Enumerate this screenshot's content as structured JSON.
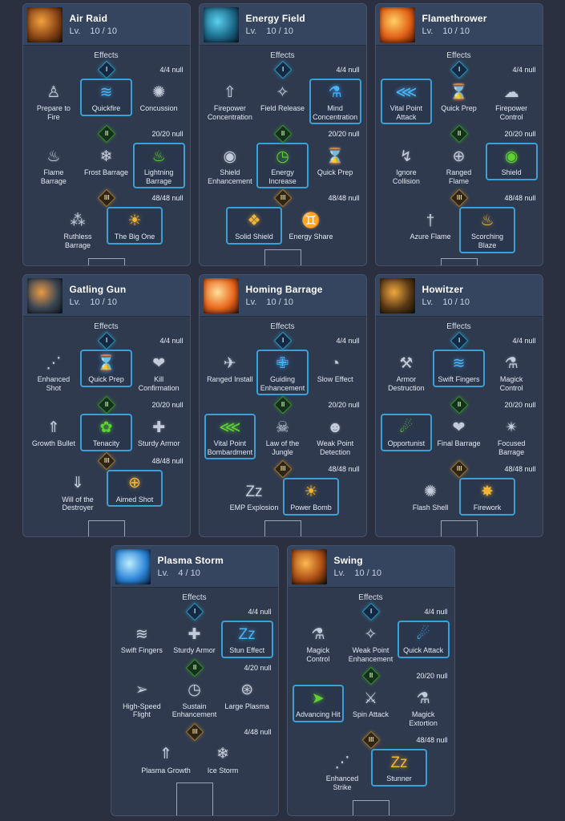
{
  "page": {
    "background": "#2a303f"
  },
  "labels": {
    "effects": "Effects"
  },
  "colors": {
    "panel_bg": "#2f3a4e",
    "panel_border": "#46536b",
    "header_bg": "#35455f",
    "select_border": "#3aa0d8",
    "tier1_border": "#2e8fb8",
    "tier2_border": "#3a8a34",
    "tier3_border": "#96733a",
    "icon_silver": "#c3ccda",
    "icon_blue": "#49b4f5",
    "icon_green": "#5fd232",
    "icon_gold": "#f2b637"
  },
  "panels": [
    {
      "name": "Air Raid",
      "level_label": "Lv.",
      "level": "10 / 10",
      "icon": {
        "c1": "#f2a13f",
        "c2": "#8a4616",
        "c3": "#241104"
      },
      "tiers": [
        {
          "numeral": "I",
          "tier": 1,
          "counter": "4/4 null",
          "skills": [
            {
              "label": "Prepare to Fire",
              "glyph": "♙",
              "color": "silver",
              "selected": false
            },
            {
              "label": "Quickfire",
              "glyph": "≋",
              "color": "blue",
              "selected": true
            },
            {
              "label": "Concussion",
              "glyph": "✺",
              "color": "silver",
              "selected": false
            }
          ]
        },
        {
          "numeral": "II",
          "tier": 2,
          "counter": "20/20 null",
          "skills": [
            {
              "label": "Flame Barrage",
              "glyph": "♨",
              "color": "silver",
              "selected": false
            },
            {
              "label": "Frost Barrage",
              "glyph": "❄",
              "color": "silver",
              "selected": false
            },
            {
              "label": "Lightning Barrage",
              "glyph": "♨",
              "color": "green",
              "selected": true
            }
          ]
        },
        {
          "numeral": "III",
          "tier": 3,
          "counter": "48/48 null",
          "skills": [
            {
              "label": "Ruthless Barrage",
              "glyph": "⁂",
              "color": "silver",
              "selected": false
            },
            {
              "label": "The Big One",
              "glyph": "☀",
              "color": "gold",
              "selected": true
            }
          ]
        }
      ]
    },
    {
      "name": "Energy Field",
      "level_label": "Lv.",
      "level": "10 / 10",
      "icon": {
        "c1": "#5ad0ee",
        "c2": "#1d6a8a",
        "c3": "#0a1c2c"
      },
      "tiers": [
        {
          "numeral": "I",
          "tier": 1,
          "counter": "4/4 null",
          "skills": [
            {
              "label": "Firepower Concentration",
              "glyph": "⇧",
              "color": "silver",
              "selected": false
            },
            {
              "label": "Field Release",
              "glyph": "✧",
              "color": "silver",
              "selected": false
            },
            {
              "label": "Mind Concentration",
              "glyph": "⚗",
              "color": "blue",
              "selected": true
            }
          ]
        },
        {
          "numeral": "II",
          "tier": 2,
          "counter": "20/20 null",
          "skills": [
            {
              "label": "Shield Enhancement",
              "glyph": "◉",
              "color": "silver",
              "selected": false
            },
            {
              "label": "Energy Increase",
              "glyph": "◷",
              "color": "green",
              "selected": true
            },
            {
              "label": "Quick Prep",
              "glyph": "⌛",
              "color": "silver",
              "selected": false
            }
          ]
        },
        {
          "numeral": "III",
          "tier": 3,
          "counter": "48/48 null",
          "skills": [
            {
              "label": "Solid Shield",
              "glyph": "❖",
              "color": "gold",
              "selected": true
            },
            {
              "label": "Energy Share",
              "glyph": "♊",
              "color": "silver",
              "selected": false
            }
          ]
        }
      ]
    },
    {
      "name": "Flamethrower",
      "level_label": "Lv.",
      "level": "10 / 10",
      "icon": {
        "c1": "#ffd063",
        "c2": "#e06018",
        "c3": "#4a1406"
      },
      "tiers": [
        {
          "numeral": "I",
          "tier": 1,
          "counter": "4/4 null",
          "skills": [
            {
              "label": "Vital Point Attack",
              "glyph": "⋘",
              "color": "blue",
              "selected": true
            },
            {
              "label": "Quick Prep",
              "glyph": "⌛",
              "color": "silver",
              "selected": false
            },
            {
              "label": "Firepower Control",
              "glyph": "☁",
              "color": "silver",
              "selected": false
            }
          ]
        },
        {
          "numeral": "II",
          "tier": 2,
          "counter": "20/20 null",
          "skills": [
            {
              "label": "Ignore Collision",
              "glyph": "↯",
              "color": "silver",
              "selected": false
            },
            {
              "label": "Ranged Flame",
              "glyph": "⊕",
              "color": "silver",
              "selected": false
            },
            {
              "label": "Shield",
              "glyph": "◉",
              "color": "green",
              "selected": true
            }
          ]
        },
        {
          "numeral": "III",
          "tier": 3,
          "counter": "48/48 null",
          "skills": [
            {
              "label": "Azure Flame",
              "glyph": "†",
              "color": "silver",
              "selected": false
            },
            {
              "label": "Scorching Blaze",
              "glyph": "♨",
              "color": "gold",
              "selected": true
            }
          ]
        }
      ]
    },
    {
      "name": "Gatling Gun",
      "level_label": "Lv.",
      "level": "10 / 10",
      "icon": {
        "c1": "#e89a44",
        "c2": "#3c4654",
        "c3": "#10161f"
      },
      "tiers": [
        {
          "numeral": "I",
          "tier": 1,
          "counter": "4/4 null",
          "skills": [
            {
              "label": "Enhanced Shot",
              "glyph": "⋰",
              "color": "silver",
              "selected": false
            },
            {
              "label": "Quick Prep",
              "glyph": "⌛",
              "color": "blue",
              "selected": true
            },
            {
              "label": "Kill Confirmation",
              "glyph": "❤",
              "color": "silver",
              "selected": false
            }
          ]
        },
        {
          "numeral": "II",
          "tier": 2,
          "counter": "20/20 null",
          "skills": [
            {
              "label": "Growth Bullet",
              "glyph": "⇑",
              "color": "silver",
              "selected": false
            },
            {
              "label": "Tenacity",
              "glyph": "✿",
              "color": "green",
              "selected": true
            },
            {
              "label": "Sturdy Armor",
              "glyph": "✚",
              "color": "silver",
              "selected": false
            }
          ]
        },
        {
          "numeral": "III",
          "tier": 3,
          "counter": "48/48 null",
          "skills": [
            {
              "label": "Will of the Destroyer",
              "glyph": "⇓",
              "color": "silver",
              "selected": false
            },
            {
              "label": "Aimed Shot",
              "glyph": "⊕",
              "color": "gold",
              "selected": true
            }
          ]
        }
      ]
    },
    {
      "name": "Homing Barrage",
      "level_label": "Lv.",
      "level": "10 / 10",
      "icon": {
        "c1": "#ffe09a",
        "c2": "#e8661c",
        "c3": "#40100a"
      },
      "tiers": [
        {
          "numeral": "I",
          "tier": 1,
          "counter": "4/4 null",
          "skills": [
            {
              "label": "Ranged Install",
              "glyph": "✈",
              "color": "silver",
              "selected": false
            },
            {
              "label": "Guiding Enhancement",
              "glyph": "✙",
              "color": "blue",
              "selected": true
            },
            {
              "label": "Slow Effect",
              "glyph": "◔",
              "color": "silver",
              "selected": false
            }
          ]
        },
        {
          "numeral": "II",
          "tier": 2,
          "counter": "20/20 null",
          "skills": [
            {
              "label": "Vital Point Bombardment",
              "glyph": "⋘",
              "color": "green",
              "selected": true
            },
            {
              "label": "Law of the Jungle",
              "glyph": "☠",
              "color": "silver",
              "selected": false
            },
            {
              "label": "Weak Point Detection",
              "glyph": "☻",
              "color": "silver",
              "selected": false
            }
          ]
        },
        {
          "numeral": "III",
          "tier": 3,
          "counter": "48/48 null",
          "skills": [
            {
              "label": "EMP Explosion",
              "glyph": "Zz",
              "color": "silver",
              "selected": false
            },
            {
              "label": "Power Bomb",
              "glyph": "☀",
              "color": "gold",
              "selected": true
            }
          ]
        }
      ]
    },
    {
      "name": "Howitzer",
      "level_label": "Lv.",
      "level": "10 / 10",
      "icon": {
        "c1": "#f0a840",
        "c2": "#5a3a14",
        "c3": "#140e06"
      },
      "tiers": [
        {
          "numeral": "I",
          "tier": 1,
          "counter": "4/4 null",
          "skills": [
            {
              "label": "Armor Destruction",
              "glyph": "⚒",
              "color": "silver",
              "selected": false
            },
            {
              "label": "Swift Fingers",
              "glyph": "≋",
              "color": "blue",
              "selected": true
            },
            {
              "label": "Magick Control",
              "glyph": "⚗",
              "color": "silver",
              "selected": false
            }
          ]
        },
        {
          "numeral": "II",
          "tier": 2,
          "counter": "20/20 null",
          "skills": [
            {
              "label": "Opportunist",
              "glyph": "☄",
              "color": "green",
              "selected": true
            },
            {
              "label": "Final Barrage",
              "glyph": "❤",
              "color": "silver",
              "selected": false
            },
            {
              "label": "Focused Barrage",
              "glyph": "✴",
              "color": "silver",
              "selected": false
            }
          ]
        },
        {
          "numeral": "III",
          "tier": 3,
          "counter": "48/48 null",
          "skills": [
            {
              "label": "Flash Shell",
              "glyph": "✺",
              "color": "silver",
              "selected": false
            },
            {
              "label": "Firework",
              "glyph": "✸",
              "color": "gold",
              "selected": true
            }
          ]
        }
      ]
    },
    {
      "name": "Plasma Storm",
      "level_label": "Lv.",
      "level": "4 / 10",
      "icon": {
        "c1": "#bdeeff",
        "c2": "#2e86d8",
        "c3": "#071d3a"
      },
      "tiers": [
        {
          "numeral": "I",
          "tier": 1,
          "counter": "4/4 null",
          "skills": [
            {
              "label": "Swift Fingers",
              "glyph": "≋",
              "color": "silver",
              "selected": false
            },
            {
              "label": "Sturdy Armor",
              "glyph": "✚",
              "color": "silver",
              "selected": false
            },
            {
              "label": "Stun Effect",
              "glyph": "Zz",
              "color": "blue",
              "selected": true
            }
          ]
        },
        {
          "numeral": "II",
          "tier": 2,
          "counter": "4/20 null",
          "skills": [
            {
              "label": "High-Speed Flight",
              "glyph": "➢",
              "color": "silver",
              "selected": false
            },
            {
              "label": "Sustain Enhancement",
              "glyph": "◷",
              "color": "silver",
              "selected": false
            },
            {
              "label": "Large Plasma",
              "glyph": "⊛",
              "color": "silver",
              "selected": false
            }
          ]
        },
        {
          "numeral": "III",
          "tier": 3,
          "counter": "4/48 null",
          "skills": [
            {
              "label": "Plasma Growth",
              "glyph": "⇑",
              "color": "silver",
              "selected": false
            },
            {
              "label": "Ice Storm",
              "glyph": "❄",
              "color": "silver",
              "selected": false
            }
          ]
        }
      ]
    },
    {
      "name": "Swing",
      "level_label": "Lv.",
      "level": "10 / 10",
      "icon": {
        "c1": "#ffb850",
        "c2": "#aa4d14",
        "c3": "#120b04"
      },
      "tiers": [
        {
          "numeral": "I",
          "tier": 1,
          "counter": "4/4 null",
          "skills": [
            {
              "label": "Magick Control",
              "glyph": "⚗",
              "color": "silver",
              "selected": false
            },
            {
              "label": "Weak Point Enhancement",
              "glyph": "✧",
              "color": "silver",
              "selected": false
            },
            {
              "label": "Quick Attack",
              "glyph": "☄",
              "color": "blue",
              "selected": true
            }
          ]
        },
        {
          "numeral": "II",
          "tier": 2,
          "counter": "20/20 null",
          "skills": [
            {
              "label": "Advancing Hit",
              "glyph": "➤",
              "color": "green",
              "selected": true
            },
            {
              "label": "Spin Attack",
              "glyph": "⚔",
              "color": "silver",
              "selected": false
            },
            {
              "label": "Magick Extortion",
              "glyph": "⚗",
              "color": "silver",
              "selected": false
            }
          ]
        },
        {
          "numeral": "III",
          "tier": 3,
          "counter": "48/48 null",
          "skills": [
            {
              "label": "Enhanced Strike",
              "glyph": "⋰",
              "color": "silver",
              "selected": false
            },
            {
              "label": "Stunner",
              "glyph": "Zz",
              "color": "gold",
              "selected": true
            }
          ]
        }
      ]
    }
  ]
}
